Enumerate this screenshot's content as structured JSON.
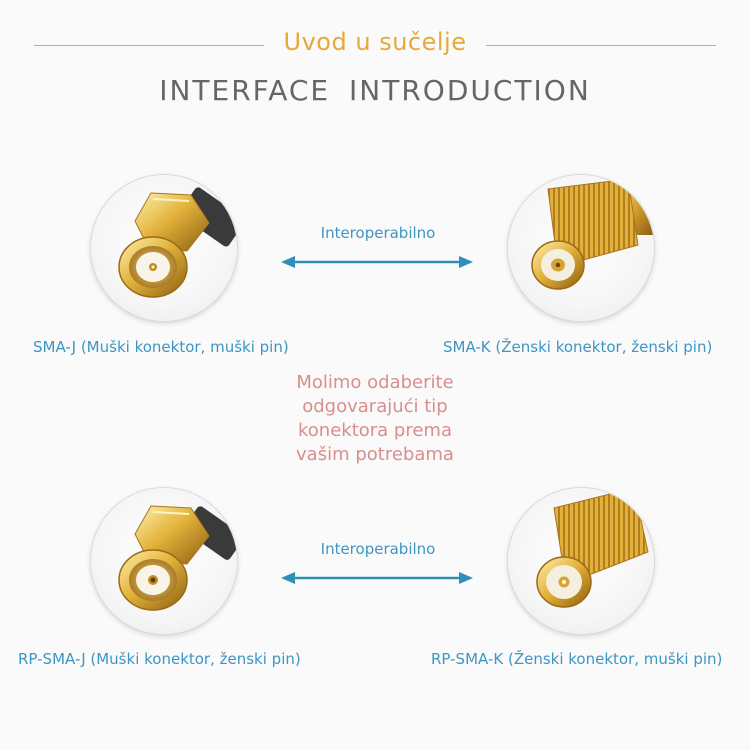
{
  "header": {
    "title_local": "Uvod u sučelje",
    "title_en": "INTERFACE  INTRODUCTION"
  },
  "connectors": [
    {
      "id": "sma-j",
      "caption": "SMA-J (Muški konektor, muški pin)",
      "icon": "male-connector-male-pin"
    },
    {
      "id": "sma-k",
      "caption": "SMA-K (Ženski konektor, ženski pin)",
      "icon": "female-connector-female-pin"
    },
    {
      "id": "rp-sma-j",
      "caption": "RP-SMA-J (Muški konektor, ženski pin)",
      "icon": "male-connector-female-pin"
    },
    {
      "id": "rp-sma-k",
      "caption": "RP-SMA-K (Ženski konektor, muški pin)",
      "icon": "female-connector-male-pin"
    }
  ],
  "interop": {
    "top_label": "Interoperabilno",
    "bottom_label": "Interoperabilno"
  },
  "note": "Molimo odaberite odgovarajući tip konektora prema vašim potrebama",
  "colors": {
    "accent": "#e8a838",
    "caption": "#3d96c4",
    "arrow": "#2f8fb8",
    "note": "#d98e8e",
    "title": "#666666"
  }
}
